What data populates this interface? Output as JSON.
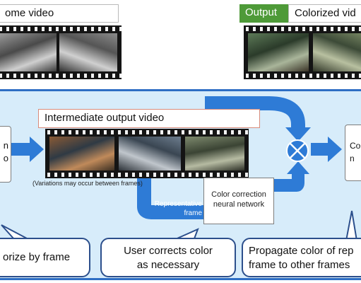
{
  "top": {
    "input_label": "ome video",
    "output_tag": "Output",
    "output_label": "Colorized vid"
  },
  "flow": {
    "intermediate_label": "Intermediate output video",
    "variation_note": "(Variations may occur between frames)",
    "representative_label_line1": "Representative",
    "representative_label_line2": "frame",
    "nn_box_line1": "Color correction",
    "nn_box_line2": "neural network",
    "left_box_line1": "n",
    "left_box_line2": "o",
    "right_box_line1": "Co",
    "right_box_line2": "n"
  },
  "callouts": {
    "colorize": "orize by frame",
    "user_line1": "User corrects color",
    "user_line2": "as necessary",
    "propagate_line1": "Propagate color of rep",
    "propagate_line2": "frame to other frames"
  },
  "colors": {
    "panel_fill": "#d7ecfa",
    "arrow_blue": "#2e7bd6",
    "output_green": "#4e9a38"
  }
}
